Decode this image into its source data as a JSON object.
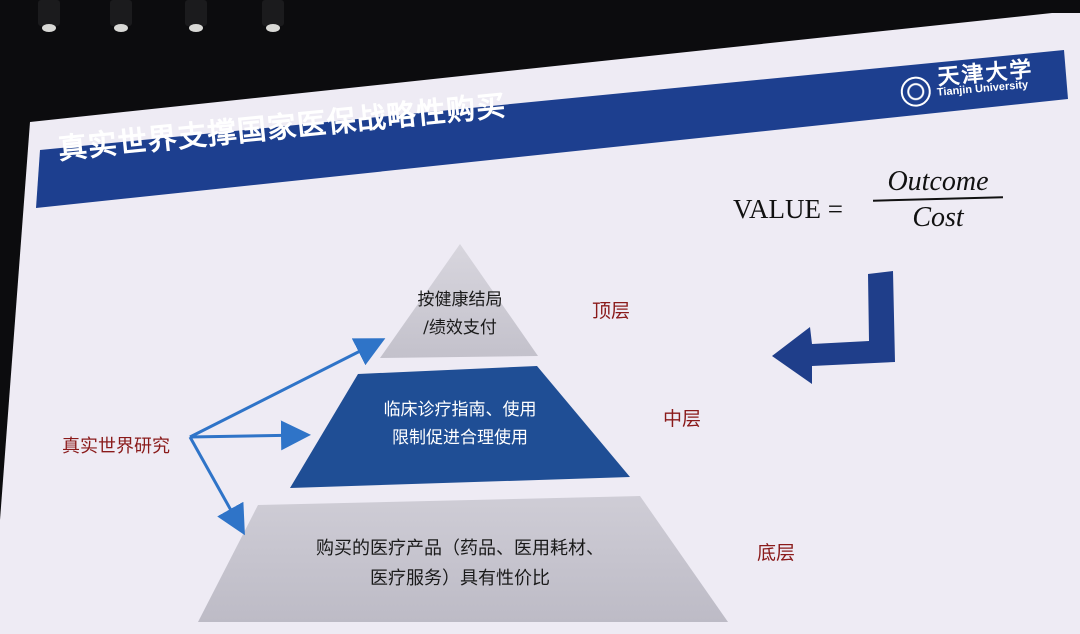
{
  "slide": {
    "title": "真实世界支撑国家医保战略性购买",
    "logo": {
      "name_cn": "天津大学",
      "name_en": "Tianjin University"
    },
    "formula": {
      "lhs": "VALUE =",
      "numerator": "Outcome",
      "denominator": "Cost"
    },
    "pyramid": {
      "top": {
        "line1": "按健康结局",
        "line2": "/绩效支付",
        "level": "顶层"
      },
      "middle": {
        "line1": "临床诊疗指南、使用",
        "line2": "限制促进合理使用",
        "level": "中层"
      },
      "bottom": {
        "line1": "购买的医疗产品（药品、医用耗材、",
        "line2": "医疗服务）具有性价比",
        "level": "底层"
      }
    },
    "source_label": "真实世界研究",
    "colors": {
      "banner": "#1d3f8f",
      "pyramid_gray": "#c5c3cd",
      "pyramid_blue": "#1f4e95",
      "label_red": "#8a1a1a",
      "arrow_blue": "#2f74c8"
    },
    "icons": [
      "down-left-arrow-icon",
      "university-seal-icon"
    ]
  }
}
